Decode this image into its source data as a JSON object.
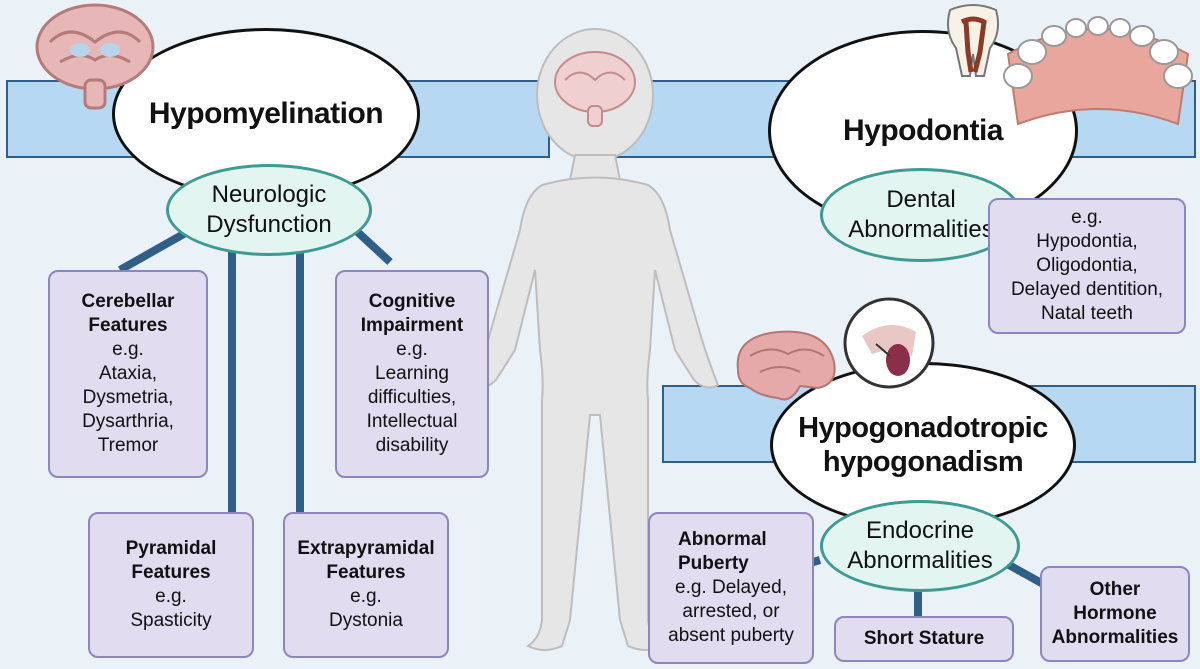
{
  "central_figure": {
    "icon": "child-body-silhouette"
  },
  "neuro": {
    "title": "Hypomyelination",
    "subtitle": "Neurologic\nDysfunction",
    "icon": "brain-coronal-section",
    "cerebellar": {
      "heading": "Cerebellar\nFeatures",
      "body": "e.g.\nAtaxia,\nDysmetria,\nDysarthria,\nTremor"
    },
    "cognitive": {
      "heading": "Cognitive\nImpairment",
      "body": "e.g.\nLearning\ndifficulties,\nIntellectual\ndisability"
    },
    "pyramidal": {
      "heading": "Pyramidal\nFeatures",
      "body": "e.g.\nSpasticity"
    },
    "extrapyramidal": {
      "heading": "Extrapyramidal\nFeatures",
      "body": "e.g.\nDystonia"
    }
  },
  "dental": {
    "title": "Hypodontia",
    "subtitle": "Dental\nAbnormalities",
    "icons": [
      "tooth-icon",
      "dental-arch-icon"
    ],
    "examples": "e.g.\nHypodontia,\nOligodontia,\nDelayed dentition,\nNatal teeth"
  },
  "endocrine": {
    "title": "Hypogonadotropic\nhypogonadism",
    "subtitle": "Endocrine\nAbnormalities",
    "icons": [
      "brain-sagittal-icon",
      "pituitary-icon"
    ],
    "puberty": {
      "heading": "Abnormal\nPuberty",
      "body": "e.g. Delayed,\narrested, or\nabsent puberty"
    },
    "short_stature": "Short Stature",
    "other_hormone": "Other\nHormone\nAbnormalities"
  },
  "colors": {
    "band_fill": "#b6d8f2",
    "connector": "#2f5f86",
    "sub_ellipse_fill": "#e3f5f1",
    "sub_ellipse_border": "#3f9a93",
    "box_fill": "#e1dcf0",
    "box_border": "#8d86bd"
  }
}
